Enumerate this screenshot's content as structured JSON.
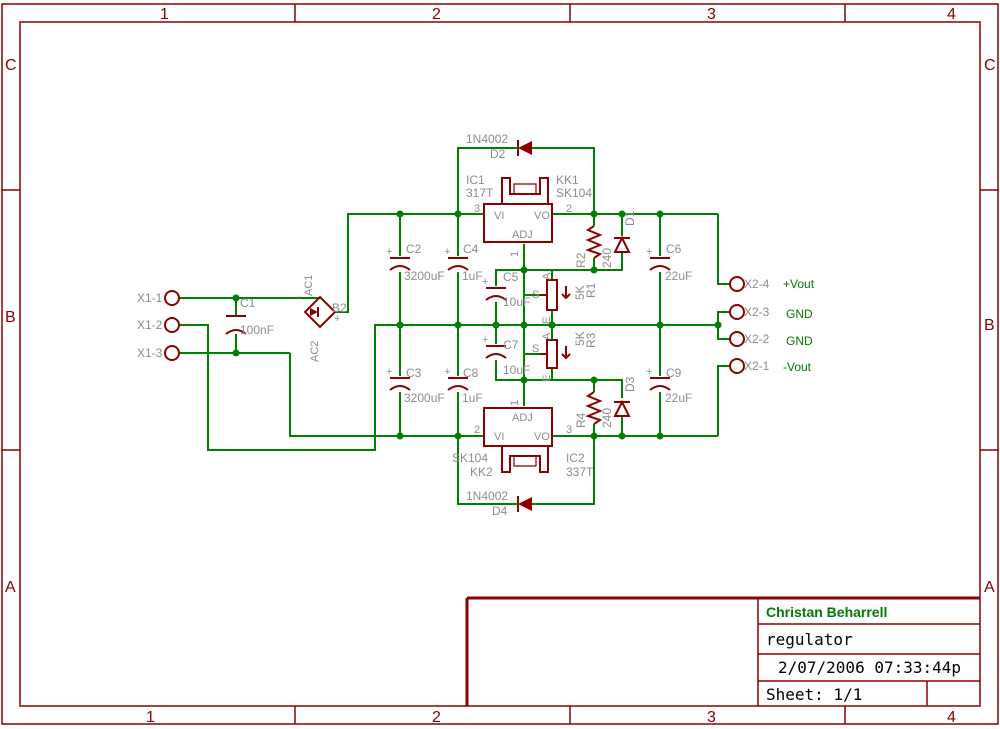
{
  "frame": {
    "columns": [
      "1",
      "2",
      "3",
      "4"
    ],
    "rows": [
      "C",
      "B",
      "A"
    ]
  },
  "title_block": {
    "author": "Christan Beharrell",
    "title": "regulator",
    "datetime": "2/07/2006 07:33:44p",
    "sheet": "Sheet: 1/1"
  },
  "connectors": {
    "input": [
      "X1-1",
      "X1-2",
      "X1-3"
    ],
    "output": [
      {
        "pin": "X2-4",
        "signal": "+Vout"
      },
      {
        "pin": "X2-3",
        "signal": "GND"
      },
      {
        "pin": "X2-2",
        "signal": "GND"
      },
      {
        "pin": "X2-1",
        "signal": "-Vout"
      }
    ]
  },
  "components": {
    "c1": {
      "ref": "C1",
      "value": "100nF"
    },
    "c2": {
      "ref": "C2",
      "value": "3200uF"
    },
    "c3": {
      "ref": "C3",
      "value": "3200uF"
    },
    "c4": {
      "ref": "C4",
      "value": "1uF"
    },
    "c8": {
      "ref": "C8",
      "value": "1uF"
    },
    "c5": {
      "ref": "C5",
      "value": "10uF"
    },
    "c7": {
      "ref": "C7",
      "value": "10uF"
    },
    "c6": {
      "ref": "C6",
      "value": "22uF"
    },
    "c9": {
      "ref": "C9",
      "value": "22uF"
    },
    "b2": {
      "ref": "B2",
      "ac1": "AC1",
      "ac2": "AC2",
      "plus": "+",
      "minus": "-"
    },
    "d1": {
      "ref": "D1"
    },
    "d3": {
      "ref": "D3"
    },
    "d2": {
      "ref": "D2",
      "value": "1N4002"
    },
    "d4": {
      "ref": "D4",
      "value": "1N4002"
    },
    "r1": {
      "ref": "R1",
      "value": "5K",
      "pin_a": "A",
      "pin_s": "S",
      "pin_e": "E"
    },
    "r3": {
      "ref": "R3",
      "value": "5K",
      "pin_a": "A",
      "pin_s": "S",
      "pin_e": "E"
    },
    "r2": {
      "ref": "R2",
      "value": "240"
    },
    "r4": {
      "ref": "R4",
      "value": "240"
    },
    "ic1": {
      "ref": "IC1",
      "value": "317T",
      "vi": "VI",
      "vo": "VO",
      "adj": "ADJ",
      "p1": "1",
      "p2": "2",
      "p3": "3"
    },
    "ic2": {
      "ref": "IC2",
      "value": "337T",
      "vi": "VI",
      "vo": "VO",
      "adj": "ADJ",
      "p1": "1",
      "p2": "2",
      "p3": "3"
    },
    "kk1": {
      "ref": "KK1",
      "value": "SK104"
    },
    "kk2": {
      "ref": "KK2",
      "value": "SK104"
    }
  }
}
